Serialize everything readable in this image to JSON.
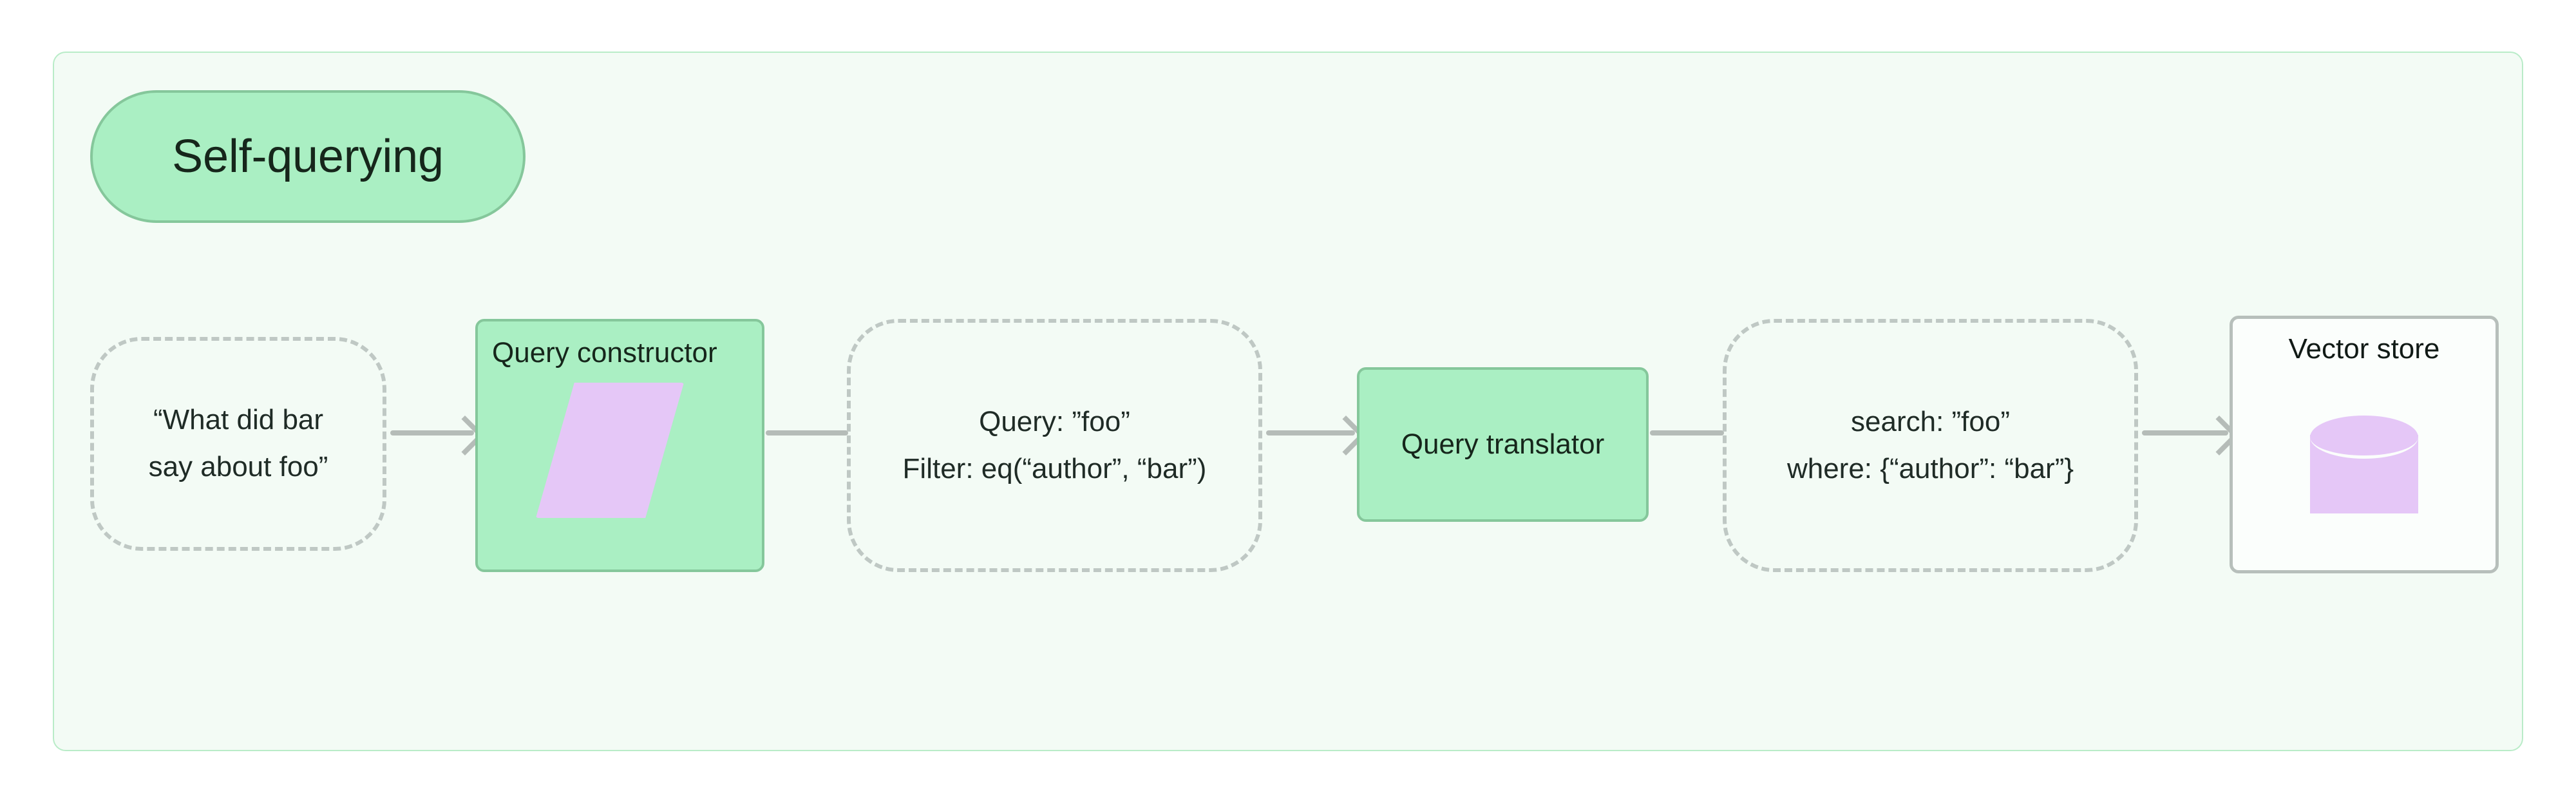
{
  "diagram": {
    "title": "Self-querying",
    "container_fill": "#f3fbf5",
    "container_border": "#b9ecc8",
    "accent_green": "#aaefc3",
    "accent_green_border": "#85c79b",
    "accent_purple": "#e5c7f7",
    "connector_gray": "#b5bcb8",
    "dashed_gray": "#bfc8c4"
  },
  "nodes": {
    "question": {
      "line1": "“What did bar",
      "line2": "say about foo”",
      "shape": "dashed-rounded"
    },
    "query_constructor": {
      "title": "Query constructor",
      "glyph": "parallelogram-icon",
      "shape": "green-box"
    },
    "query_filter": {
      "line1": "Query: ”foo”",
      "line2": "Filter: eq(“author”, “bar”)",
      "shape": "dashed-rounded"
    },
    "query_translator": {
      "title": "Query translator",
      "shape": "green-box"
    },
    "search_where": {
      "line1": "search: ”foo”",
      "line2": "where: {“author”: “bar”}",
      "shape": "dashed-rounded"
    },
    "vector_store": {
      "title": "Vector store",
      "glyph": "database-cylinder-icon",
      "shape": "plain-box"
    }
  },
  "edges": [
    {
      "from": "question",
      "to": "query_constructor",
      "arrowhead": true
    },
    {
      "from": "query_constructor",
      "to": "query_filter",
      "arrowhead": false
    },
    {
      "from": "query_filter",
      "to": "query_translator",
      "arrowhead": true
    },
    {
      "from": "query_translator",
      "to": "search_where",
      "arrowhead": false
    },
    {
      "from": "search_where",
      "to": "vector_store",
      "arrowhead": true
    }
  ]
}
